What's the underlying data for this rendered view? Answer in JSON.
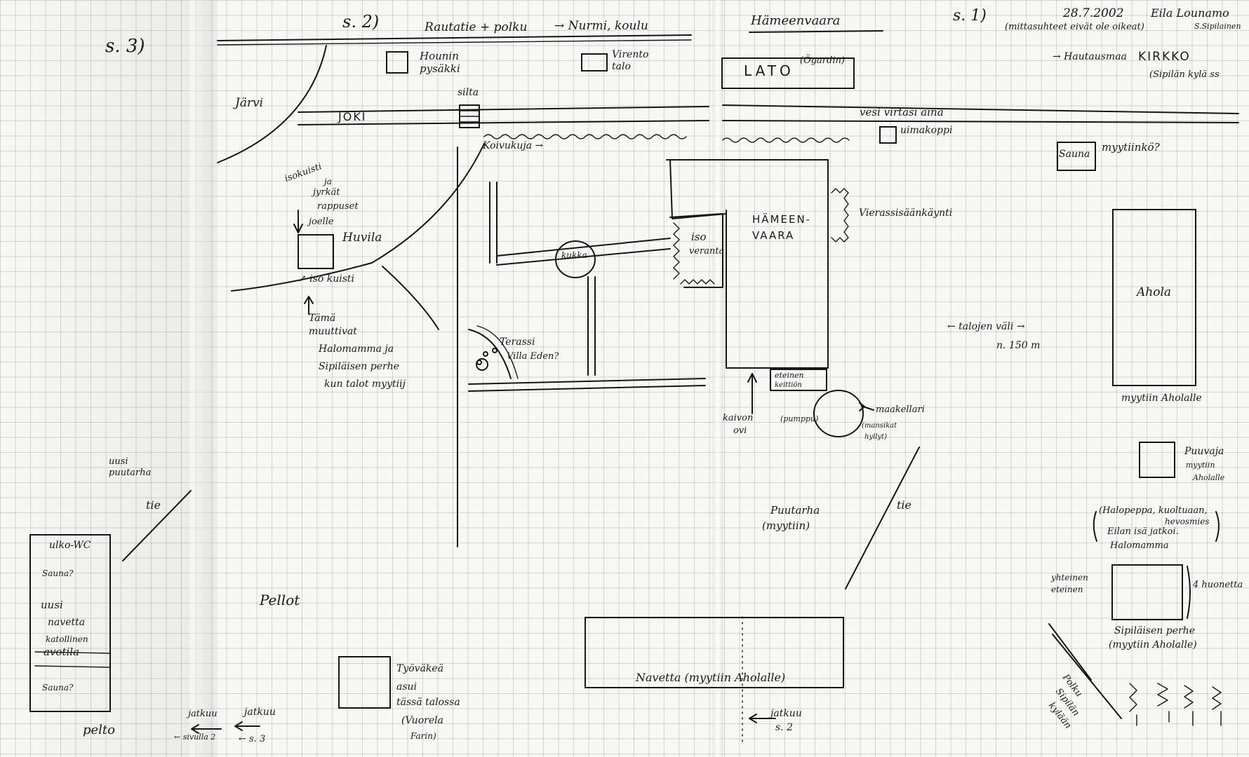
{
  "pages": {
    "p3": "s. 3)",
    "p2": "s. 2)",
    "p1": "s. 1)"
  },
  "header": {
    "route": "Rautatie + polku",
    "to_school": "→ Nurmi, koulu",
    "title": "Hämeenvaara",
    "date": "28.7.2002",
    "author": "Eila Lounamo",
    "author2": "S.Sipilainen",
    "scale_note": "(mittasuhteet eivät ole oikeat)",
    "church_arrow": "→ Hautausmaa",
    "church": "KIRKKO",
    "church_village": "(Sipilän kylä ss"
  },
  "labels": {
    "jarvi": "Järvi",
    "joki": "JOKI",
    "silta": "silta",
    "hounin_1": "Hounin",
    "hounin_2": "pysäkki",
    "virento_1": "Virento",
    "virento_2": "talo",
    "lato": "LATO",
    "lato_sub": "(Ögardin)",
    "vesi": "vesi virtasi aina",
    "uimakoppi": "uimakoppi",
    "koivukuja": "Koivukuja →",
    "sauna_r": "Sauna",
    "myytiin_q": "myytiinkö?",
    "isokuisti_1": "isokuisti",
    "isokuisti_2": "ja",
    "isokuisti_3": "jyrkät",
    "isokuisti_4": "rappuset",
    "isokuisti_5": "joelle",
    "huvila": "Huvila",
    "isokuisti_bottom": "↗ iso kuisti",
    "tama_1": "Tämä",
    "tama_2": "muuttivat",
    "tama_3": "Halomamma ja",
    "tama_4": "Sipiläisen perhe",
    "tama_5": "kun talot myytiij",
    "kukka": "kukka",
    "iso_1": "iso",
    "iso_2": "veranta",
    "hameenvaara_1": "HÄMEEN-",
    "hameenvaara_2": "VAARA",
    "vierassisaankaynti": "Vierassisäänkäynti",
    "terassi_1": "Terassi",
    "terassi_2": "Villa Eden?",
    "eteinen_1": "eteinen",
    "eteinen_2": "keittiön",
    "kaivon_1": "kaivon",
    "kaivon_2": "ovi",
    "pumppu": "(pumppu)",
    "maakellari": "maakellari",
    "mansikka_1": "(mansikat",
    "mansikka_2": "hyllyt)",
    "ahola": "Ahola",
    "talojen_vali_1": "← talojen väli →",
    "talojen_vali_2": "n. 150 m",
    "myytiin_ahola": "myytiin Aholalle",
    "puuvaja": "Puuvaja",
    "myytiin_ahola2_1": "myytiin",
    "myytiin_ahola2_2": "Aholalle",
    "uusi_puutarha_1": "uusi",
    "uusi_puutarha_2": "puutarha",
    "tie_left": "tie",
    "puutarha_1": "Puutarha",
    "puutarha_2": "(myytiin)",
    "tie_mid": "tie",
    "halopeppa_1": "(Halopeppa, kuoltuaan,",
    "halopeppa_2": "hevosmies",
    "halopeppa_3": "Eilan isä jatkoi.",
    "halopeppa_4": "Halomamma",
    "yhteinen_1": "yhteinen",
    "yhteinen_2": "eteinen",
    "huonetta": "4 huonetta",
    "sipilaisen_1": "Sipiläisen perhe",
    "sipilaisen_2": "(myytiin Aholalle)",
    "ulko_wc": "ulko-WC",
    "sauna_q1": "Sauna?",
    "uusi_navetta_1": "uusi",
    "uusi_navetta_2": "navetta",
    "katollinen_1": "katollinen",
    "katollinen_2": "avotila",
    "sauna_q2": "Sauna?",
    "pellot": "Pellot",
    "pelto": "pelto",
    "jatkuu_l_1": "jatkuu",
    "jatkuu_l_2": "← sivulla 2",
    "jatkuu_m_1": "jatkuu",
    "jatkuu_m_2": "← s. 3",
    "tyovakea_1": "Työväkeä",
    "tyovakea_2": "asui",
    "tyovakea_3": "tässä talossa",
    "vuorela_1": "(Vuorela",
    "vuorela_2": "Farin)",
    "navetta": "Navetta (myytiin Aholalle)",
    "jatkuu_r_1": "jatkuu",
    "jatkuu_r_2": "s. 2",
    "polku_1": "Polku",
    "polku_2": "Sipilän",
    "polku_3": "kylään"
  },
  "colors": {
    "ink": "#161616",
    "paper": "#f7f7f4",
    "grid": "#9a9a9a"
  }
}
